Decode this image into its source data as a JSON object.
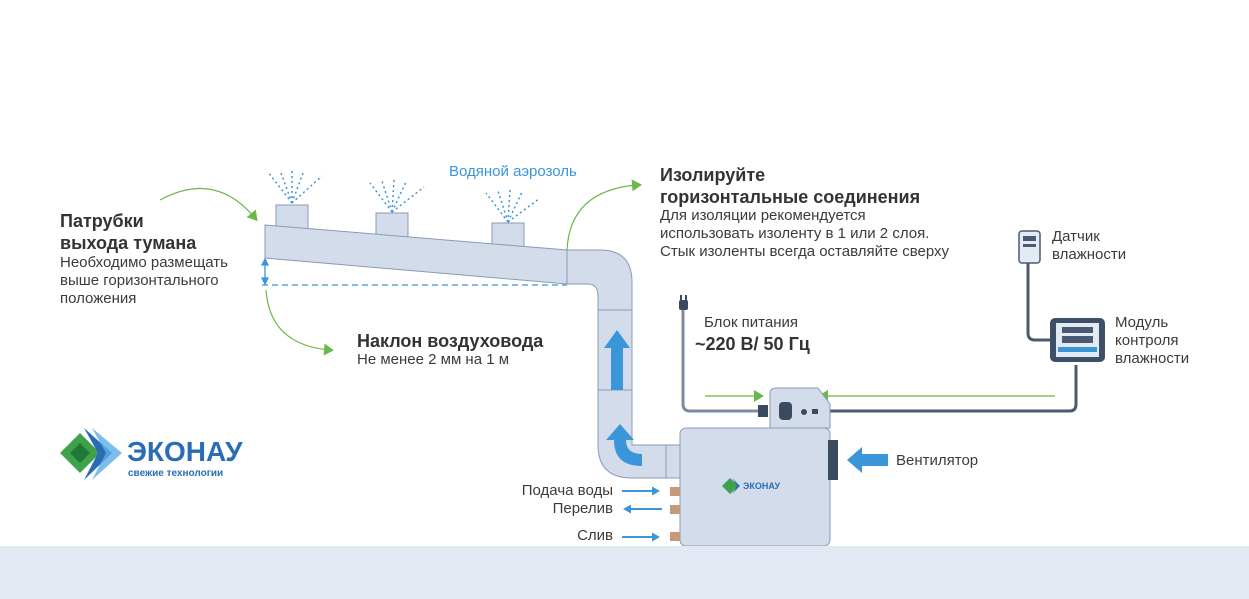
{
  "labels": {
    "nozzles_title_1": "Патрубки",
    "nozzles_title_2": "выхода тумана",
    "nozzles_desc_1": "Необходимо размещать",
    "nozzles_desc_2": "выше горизонтального",
    "nozzles_desc_3": "положения",
    "aerosol": "Водяной аэрозоль",
    "insulate_title_1": "Изолируйте",
    "insulate_title_2": "горизонтальные соединения",
    "insulate_desc_1": "Для изоляции рекомендуется",
    "insulate_desc_2": "использовать изоленту в 1 или 2 слоя.",
    "insulate_desc_3": "Стык изоленты всегда оставляйте сверху",
    "slope_title": "Наклон воздуховода",
    "slope_desc": "Не менее 2 мм на 1 м",
    "power_title": "Блок питания",
    "power_value": "~220 В/ 50 Гц",
    "sensor_1": "Датчик",
    "sensor_2": "влажности",
    "module_1": "Модуль",
    "module_2": "контроля",
    "module_3": "влажности",
    "fan": "Вентилятор",
    "water_in": "Подача воды",
    "overflow": "Перелив",
    "drain": "Слив"
  },
  "logo": {
    "name": "ЭКОНАУ",
    "tagline": "свежие технологии"
  },
  "colors": {
    "duct": "#d3dcea",
    "duct_stroke": "#8a9ab5",
    "accent_blue": "#3a96d8",
    "green": "#6ab84a",
    "cable": "#4a5a72",
    "logo_blue": "#2a6db5",
    "band": "#e3e9f2"
  }
}
